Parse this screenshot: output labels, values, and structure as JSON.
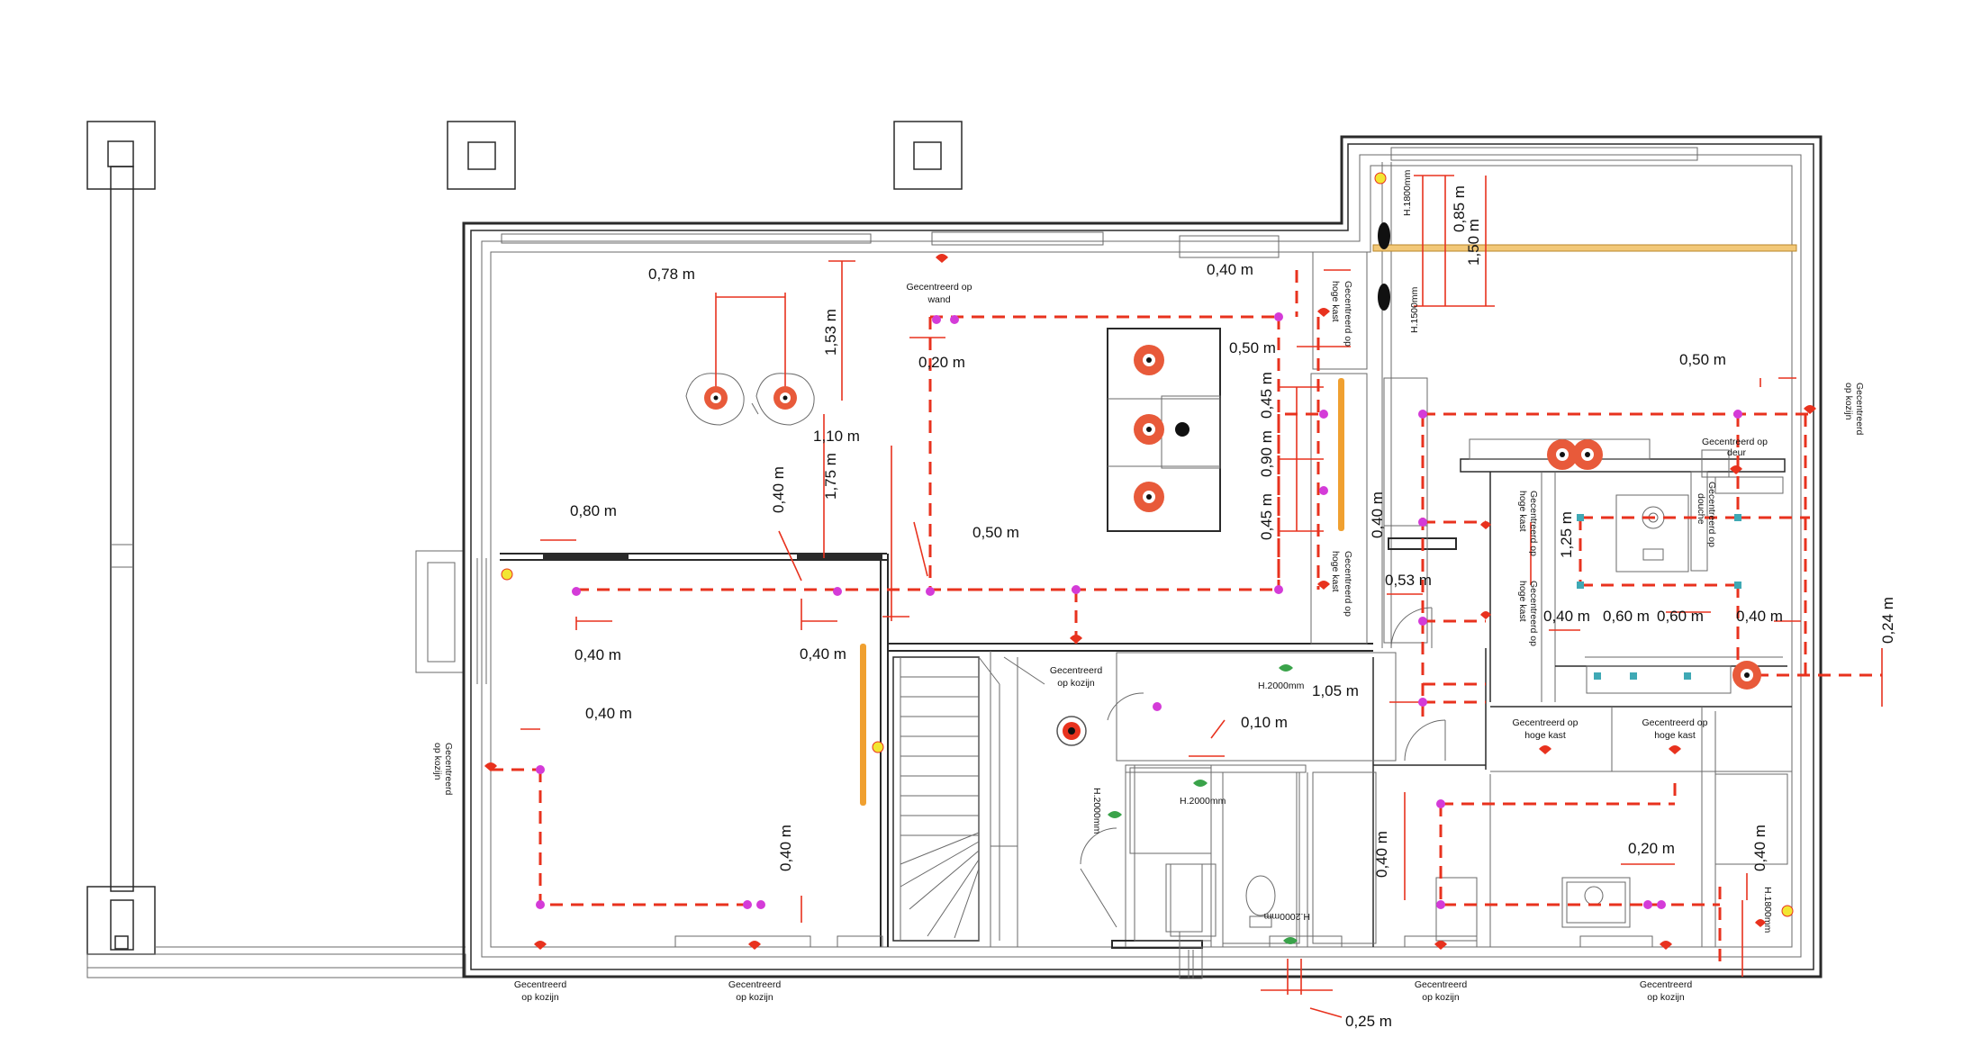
{
  "drawing": {
    "dimensions": {
      "d1": "0,78 m",
      "d2": "1,53 m",
      "d3": "0,20 m",
      "d4": "1,10 m",
      "d5": "1,75 m",
      "d6": "0,40 m",
      "d7": "0,50 m",
      "d8": "0,80 m",
      "d9": "0,40 m",
      "d10": "0,40 m",
      "d11": "0,40 m",
      "d12": "0,40 m",
      "d13": "0,40 m",
      "d14": "0,50 m",
      "d15": "0,45 m",
      "d16": "0,90 m",
      "d17": "0,45 m",
      "d18": "0,40 m",
      "d19": "0,85 m",
      "d20": "1,50 m",
      "d21": "0,50 m",
      "d22": "1,25 m",
      "d23": "0,53 m",
      "d24": "0,40 m",
      "d25": "0,60 m",
      "d26": "0,60 m",
      "d27": "0,40 m",
      "d28": "0,24 m",
      "d29": "1,05 m",
      "d30": "0,10 m",
      "d31": "0,40 m",
      "d32": "0,20 m",
      "d33": "0,40 m",
      "d34": "0,25 m"
    },
    "notes": {
      "wand": [
        "Gecentreerd op",
        "wand"
      ],
      "hoge_kast_1": [
        "Gecentreerd op",
        "hoge kast"
      ],
      "hoge_kast_2": [
        "Gecentreerd op",
        "hoge kast"
      ],
      "kozijn_mid": [
        "Gecentreerd",
        "op kozijn"
      ],
      "kozijn_left": [
        "Gecentreerd",
        "op kozijn"
      ],
      "kozijn_b1": [
        "Gecentreerd",
        "op kozijn"
      ],
      "kozijn_b2": [
        "Gecentreerd",
        "op kozijn"
      ],
      "kozijn_b3": [
        "Gecentreerd",
        "op kozijn"
      ],
      "kozijn_b4": [
        "Gecentreerd",
        "op kozijn"
      ],
      "deur": [
        "Gecentreerd op",
        "deur"
      ],
      "douche": [
        "Gecentreerd op",
        "douche"
      ],
      "hoge_kast_v1": [
        "Gecentreerd op",
        "hoge kast"
      ],
      "hoge_kast_v2": [
        "Gecentreerd op",
        "hoge kast"
      ],
      "hoge_kast_h1": [
        "Gecentreerd op",
        "hoge kast"
      ],
      "hoge_kast_h2": [
        "Gecentreerd op",
        "hoge kast"
      ],
      "kozijn_right": [
        "Gecentreerd",
        "op kozijn"
      ]
    },
    "heights": {
      "h1": "H.1800mm",
      "h2": "H.1500mm",
      "h3": "H.2000mm",
      "h4": "H.2000mm",
      "h5": "H.2000mm",
      "h6": "H.2000mm",
      "h7": "H.1800mm"
    },
    "colors": {
      "wall": "#2a2a2a",
      "wiring": "#e8321e",
      "socket": "#d43bd8",
      "spot": "#e8321e",
      "strip_light": "#f0a030",
      "sensor": "#e8e030",
      "switch": "#3aa34a",
      "point_marker": "#3fa9b5"
    }
  }
}
